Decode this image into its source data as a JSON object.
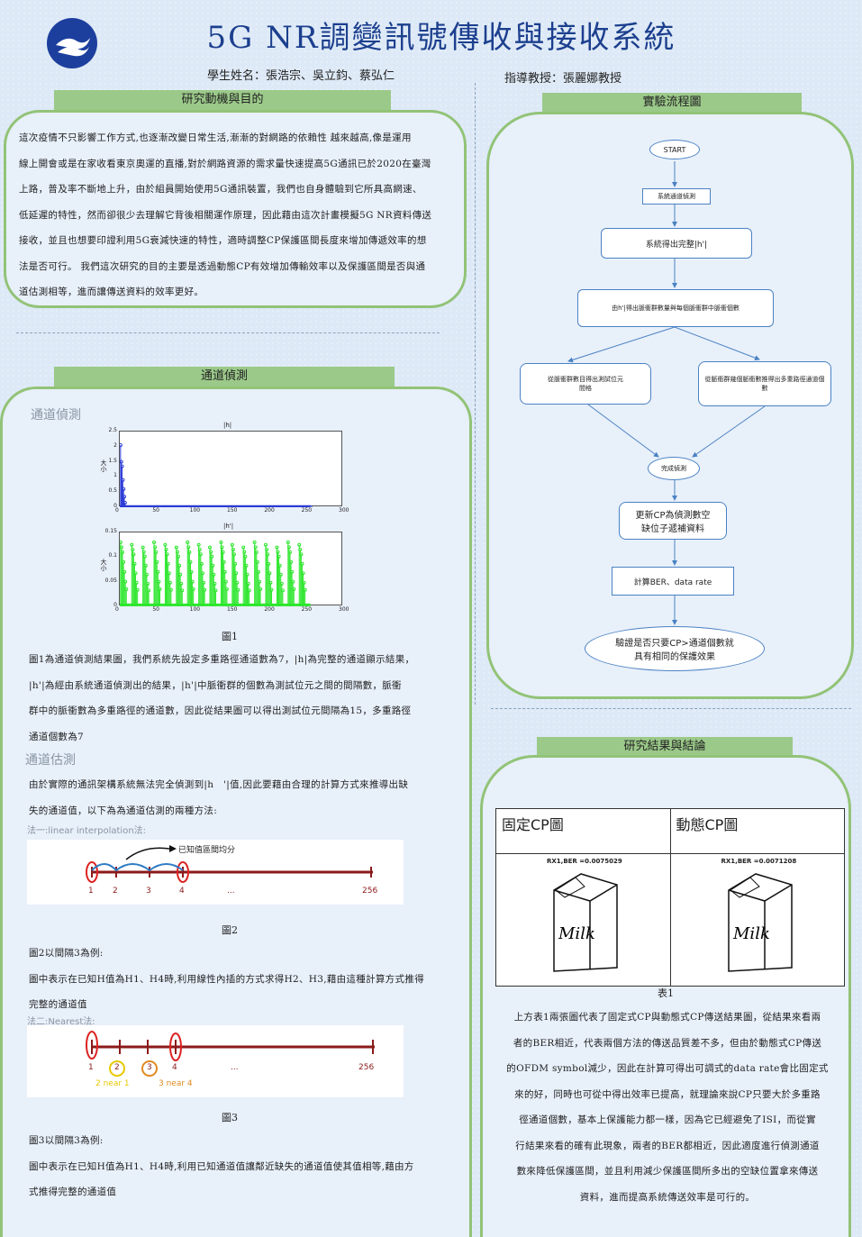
{
  "header": {
    "title": "5G NR調變訊號傳收與接收系統",
    "students": "學生姓名：張浩宗、吳立鈞、蔡弘仁",
    "advisor": "指導教授：張麗娜教授"
  },
  "sections": {
    "motivation": {
      "title": "研究動機與目的",
      "lines": [
        "這次疫情不只影響工作方式,也逐漸改變日常生活,漸漸的對網路的依賴性 越來越高,像是運用",
        "線上開會或是在家收看東京奧運的直播,對於網路資源的需求量快速提高5G通訊已於2020在臺灣",
        "上路，普及率不斷地上升，由於組員開始使用5G通訊裝置，我們也自身體驗到它所具高網速、",
        "低延遲的特性，然而卻很少去理解它背後相關運作原理，因此藉由這次計畫模擬5G NR資料傳送",
        "接收，並且也想要印證利用5G衰減快速的特性，適時調整CP保護區間長度來增加傳遞效率的想",
        "法是否可行。 我們這次研究的目的主要是透過動態CP有效增加傳輸效率以及保護區間是否與通",
        "道估測相等，進而讓傳送資料的效率更好。"
      ]
    },
    "channel": {
      "title": "通道偵測",
      "sub_detect": "通道偵測",
      "fig1_caption": "圖1",
      "fig1_lines": [
        "圖1為通道偵測結果圖，我們系統先設定多重路徑通道數為7，|h|為完整的通道顯示結果，",
        "|h'|為經由系統通道偵測出的結果，|h'|中脈衝群的個數為測試位元之間的間隔數，脈衝",
        "群中的脈衝數為多重路徑的通道數，因此從結果圖可以得出測試位元間隔為15，多重路徑",
        "通道個數為7"
      ],
      "sub_estimate": "通道估測",
      "est_lines": [
        "由於實際的通訊架構系統無法完全偵測到|h　'|值,因此要藉由合理的計算方式來推導出缺",
        "失的通道值，以下為為通道估測的兩種方法:"
      ],
      "method1": "法一:linear interpolation法:",
      "fig2_caption": "圖2",
      "fig2_lines": [
        "圖2以間隔3為例:",
        "圖中表示在已知H值為H1、H4時,利用線性內插的方式求得H2、H3,藉由這種計算方式推得",
        "完整的通道值"
      ],
      "method2": "法二:Nearest法:",
      "fig3_caption": "圖3",
      "fig3_lines": [
        "圖3以間隔3為例:",
        "圖中表示在已知H值為H1、H4時,利用已知通道值讓鄰近缺失的通道值使其值相等,藉由方",
        "式推得完整的通道值"
      ]
    },
    "flow": {
      "title": "實驗流程圖",
      "start": "START",
      "step1": "系統通道偵測",
      "step2": "系統得出完整|h'|",
      "step3": "由h'|得出脈衝群數量與每個脈衝群中脈衝個數",
      "left": "從脈衝群數目得出測試位元間格",
      "right": "從脈衝群幾個脈衝數推得出多重路徑通道個數",
      "done": "完成偵測",
      "step4": "更新CP為偵測數空缺位子遞補資料",
      "step5": "計算BER、data rate",
      "end": "驗證是否只要CP>通道個數就具有相同的保護效果"
    },
    "results": {
      "title": "研究結果與結論",
      "col_fixed": "固定CP圖",
      "col_dynamic": "動態CP圖",
      "ber_fixed": "RX1,BER =0.0075029",
      "ber_dynamic": "RX1,BER =0.0071208",
      "milk_label": "Milk",
      "table_caption": "表1",
      "lines": [
        "上方表1兩張圖代表了固定式CP與動態式CP傳送結果圖，從結果來看兩",
        "者的BER相近，代表兩個方法的傳送品質差不多，但由於動態式CP傳送",
        "的OFDM symbol減少，因此在計算可得出可調式的data rate會比固定式",
        "來的好，同時也可從中得出效率已提高，就理論來說CP只要大於多重路",
        "徑通道個數，基本上保護能力都一樣，因為它已經避免了ISI，而從實",
        "行結果來看的確有此現象，兩者的BER都相近，因此適度進行偵測通道",
        "數來降低保護區間，並且利用減少保護區間所多出的空缺位置拿來傳送",
        "資料，進而提高系統傳送效率是可行的。"
      ]
    }
  },
  "plots": {
    "h": {
      "title": "|h|",
      "ylabel": "大小",
      "yticks": [
        "2.5",
        "2",
        "1.5",
        "1",
        "0.5",
        "0"
      ],
      "xticks": [
        "0",
        "50",
        "100",
        "150",
        "200",
        "250",
        "300"
      ]
    },
    "hp": {
      "title": "|h'|",
      "ylabel": "大小",
      "yticks": [
        "0.15",
        "0.1",
        "0.05",
        "0"
      ],
      "xticks": [
        "0",
        "50",
        "100",
        "150",
        "200",
        "250",
        "300"
      ]
    },
    "interp": {
      "arrow_label": "已知值區間均分",
      "ticks": [
        "1",
        "2",
        "3",
        "4",
        "...",
        "256"
      ]
    },
    "nearest": {
      "ticks": [
        "1",
        "2",
        "3",
        "4",
        "...",
        "256"
      ],
      "note2": "2 near 1",
      "note3": "3 near 4"
    }
  },
  "chart_data": [
    {
      "type": "scatter",
      "title": "|h|",
      "ylabel": "大小",
      "xlim": [
        0,
        300
      ],
      "ylim": [
        0,
        2.5
      ],
      "x": [
        1,
        2,
        3,
        4,
        5,
        6,
        7,
        50,
        100,
        150,
        200,
        256
      ],
      "y": [
        2.05,
        1.5,
        1.35,
        0.9,
        0.6,
        0.35,
        0.15,
        0,
        0,
        0,
        0,
        0
      ]
    },
    {
      "type": "line",
      "title": "|h'|",
      "ylabel": "大小",
      "xlim": [
        0,
        300
      ],
      "ylim": [
        0,
        0.15
      ],
      "pulse_groups": 17,
      "pulses_per_group": 7,
      "test_bit_interval": 15
    }
  ],
  "colors": {
    "header_green": "#9bc989",
    "panel_border": "#92c377",
    "title_blue": "#1c3f8e",
    "flow_blue": "#4b82c3",
    "plot_blue": "#2b3bd6",
    "plot_green": "#2ee62e",
    "axis_red": "#8b1a1a"
  }
}
